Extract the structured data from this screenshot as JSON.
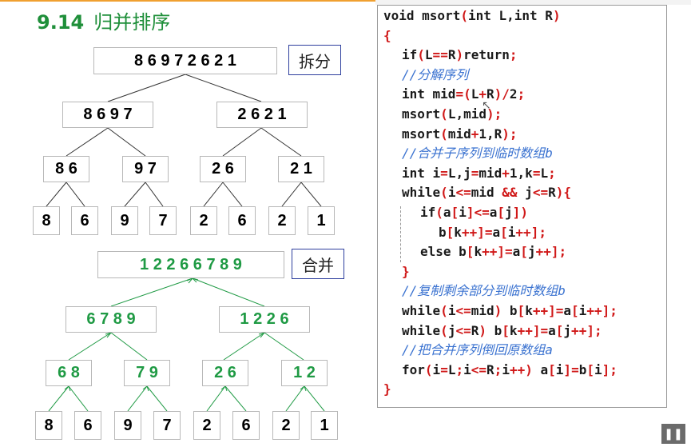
{
  "title": {
    "number": "9.14",
    "text": "归并排序"
  },
  "split_tag": "拆分",
  "merge_tag": "合并",
  "split_tree": {
    "root": "8 6 9 7 2 6 2 1",
    "level1": [
      "8 6 9 7",
      "2 6 2 1"
    ],
    "level2": [
      "8 6",
      "9 7",
      "2 6",
      "2 1"
    ],
    "leaves": [
      "8",
      "6",
      "9",
      "7",
      "2",
      "6",
      "2",
      "1"
    ]
  },
  "merge_tree": {
    "root": "1 2 2 6 6 7 8 9",
    "level1": [
      "6 7 8 9",
      "1 2 2 6"
    ],
    "level2": [
      "6 8",
      "7 9",
      "2 6",
      "1 2"
    ],
    "leaves": [
      "8",
      "6",
      "9",
      "7",
      "2",
      "6",
      "2",
      "1"
    ]
  },
  "code_lines": [
    "void msort(int L,int R)",
    "{",
    "if(L==R)return;",
    "//分解序列",
    "int mid=(L+R)/2;",
    "msort(L,mid);",
    "msort(mid+1,R);",
    "//合并子序列到临时数组b",
    "int i=L,j=mid+1,k=L;",
    "while(i<=mid && j<=R){",
    "if(a[i]<=a[j])",
    "b[k++]=a[i++];",
    "else b[k++]=a[j++];",
    "}",
    "//复制剩余部分到临时数组b",
    "while(i<=mid) b[k++]=a[i++];",
    "while(j<=R) b[k++]=a[j++];",
    "//把合并序列倒回原数组a",
    "for(i=L;i<=R;i++) a[i]=b[i];",
    "}"
  ],
  "colors": {
    "title": "#1f8f3a",
    "merge_digits": "#1f9a44",
    "comment": "#3a72d0",
    "symbol": "#d01818"
  },
  "icons": {
    "player": "pause-icon"
  }
}
